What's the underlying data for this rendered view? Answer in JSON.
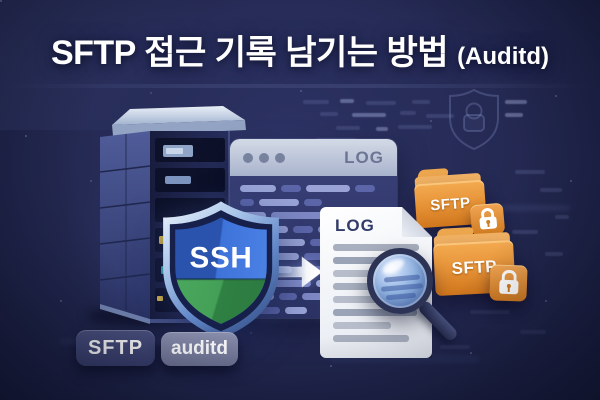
{
  "title": {
    "main": "SFTP 접근 기록 남기는 방법",
    "suffix": "(Auditd)"
  },
  "illustration": {
    "shield_label": "SSH",
    "log_window_title": "LOG",
    "log_document_title": "LOG",
    "icons": {
      "server": "server-tower-icon",
      "shield": "ssh-shield-icon",
      "window_dots": "window-control-dots",
      "arrow": "flow-arrow-right-icon",
      "magnifier": "magnifier-icon",
      "padlock": "padlock-icon",
      "background_watermark": "faint-shield-lock-icon"
    }
  },
  "folders": [
    {
      "label": "SFTP"
    },
    {
      "label": "SFTP"
    }
  ],
  "tags": [
    {
      "label": "SFTP"
    },
    {
      "label": "auditd"
    }
  ],
  "colors": {
    "background_navy": "#232850",
    "title_text": "#ffffff",
    "folder_orange": "#e0892e",
    "shield_blue": "#3e74da",
    "shield_green": "#3a9a52",
    "window_titlebar": "#b9c2d6",
    "window_body": "#333a6e",
    "document_bg": "#f4f6f9",
    "lens_blue": "#8fb2e0",
    "tag_dark_bg": "#3e4574",
    "tag_light_bg": "#787d9f"
  }
}
